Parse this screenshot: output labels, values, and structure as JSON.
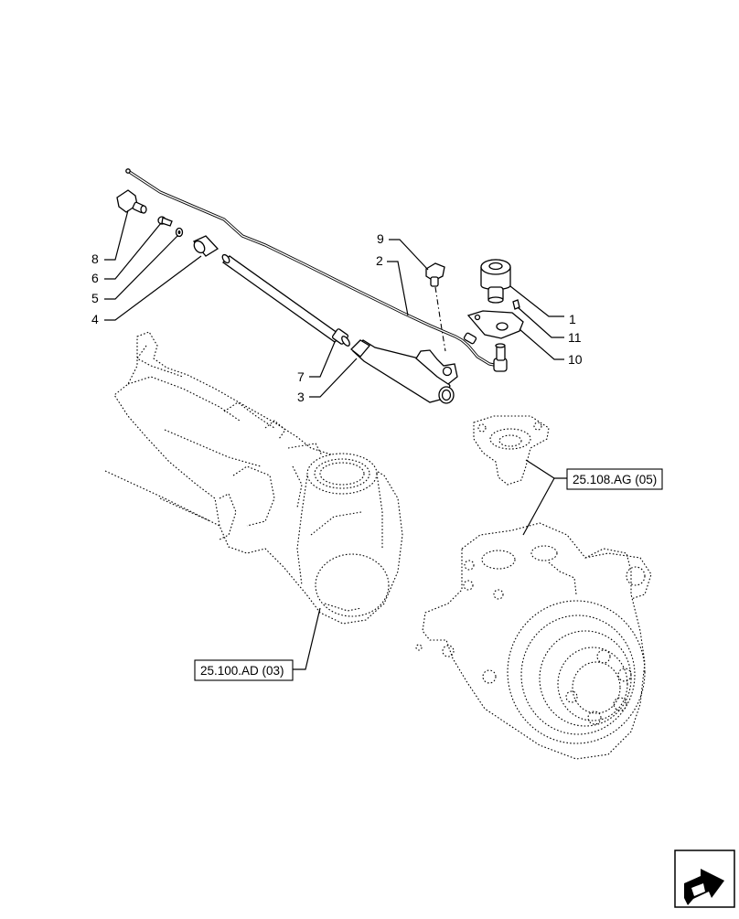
{
  "callouts": [
    {
      "id": "c1",
      "label": "1"
    },
    {
      "id": "c2",
      "label": "2"
    },
    {
      "id": "c3",
      "label": "3"
    },
    {
      "id": "c4",
      "label": "4"
    },
    {
      "id": "c5",
      "label": "5"
    },
    {
      "id": "c6",
      "label": "6"
    },
    {
      "id": "c7",
      "label": "7"
    },
    {
      "id": "c8",
      "label": "8"
    },
    {
      "id": "c9",
      "label": "9"
    },
    {
      "id": "c10",
      "label": "10"
    },
    {
      "id": "c11",
      "label": "11"
    }
  ],
  "references": {
    "knuckle_ref": "25.108.AG (05)",
    "axle_ref": "25.100.AD (03)"
  },
  "nav": {
    "icon": "page-turn-arrow-icon"
  }
}
